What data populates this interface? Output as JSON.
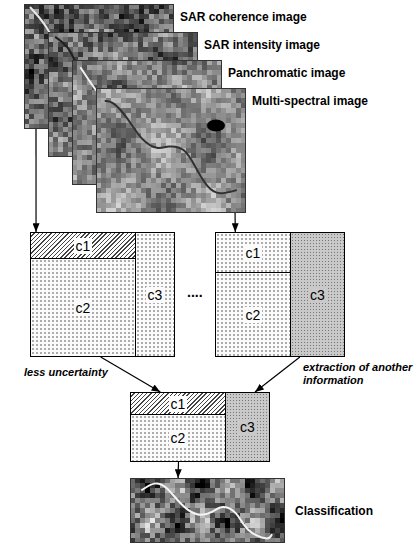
{
  "diagram": {
    "nodes": [
      {
        "text": [
          "SAR coherence image"
        ]
      },
      {
        "text": [
          "SAR intensity image"
        ]
      },
      {
        "text": [
          "Panchromatic image"
        ]
      },
      {
        "text": [
          "Multi-spectral image"
        ]
      },
      {
        "text": [
          "c1"
        ]
      },
      {
        "text": [
          "c2"
        ]
      },
      {
        "text": [
          "c3"
        ]
      },
      {
        "text": [
          "c1"
        ]
      },
      {
        "text": [
          "c2"
        ]
      },
      {
        "text": [
          "c3"
        ]
      },
      {
        "text": [
          "c1"
        ]
      },
      {
        "text": [
          "c2"
        ]
      },
      {
        "text": [
          "c3"
        ]
      },
      {
        "text": [
          "Classification"
        ]
      }
    ],
    "edges": [
      {
        "from": 0,
        "to": 4,
        "arrow": "to"
      },
      {
        "from": 3,
        "to": 7,
        "arrow": "to"
      },
      {
        "from": 5,
        "to": 10,
        "label": "less uncertainty",
        "arrow": "to"
      },
      {
        "from": 9,
        "to": 12,
        "label": "extraction of another information",
        "arrow": "to"
      },
      {
        "from": 11,
        "to": 13,
        "arrow": "to"
      }
    ],
    "labels": [
      "...."
    ]
  }
}
